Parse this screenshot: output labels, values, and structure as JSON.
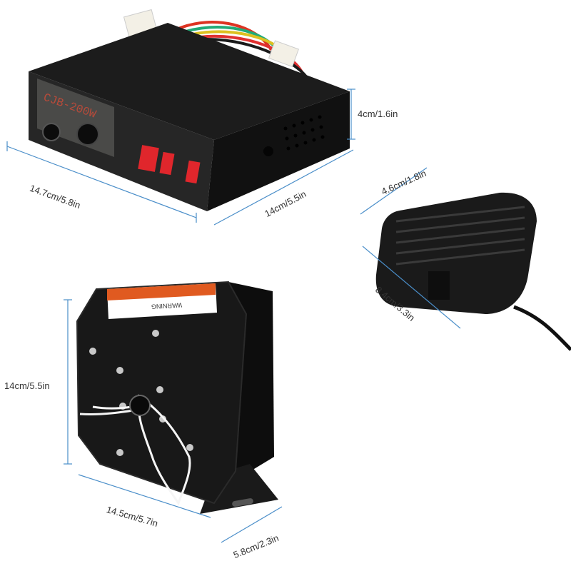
{
  "colors": {
    "background": "#ffffff",
    "dimension_line": "#4a8ec9",
    "device_black": "#151515",
    "switch_red": "#e0262c",
    "label_orange": "#e05a20"
  },
  "controller": {
    "model_text": "CJB-200W",
    "dimensions": {
      "width": "14.7cm/5.8in",
      "depth": "14cm/5.5in",
      "height": "4cm/1.6in"
    }
  },
  "microphone": {
    "dimensions": {
      "width": "4.6cm/1.8in",
      "height": "8.4cm/3.3in"
    }
  },
  "speaker": {
    "label_text": "WARNING",
    "dimensions": {
      "height": "14cm/5.5in",
      "width": "14.5cm/5.7in",
      "depth": "5.8cm/2.3in"
    }
  }
}
